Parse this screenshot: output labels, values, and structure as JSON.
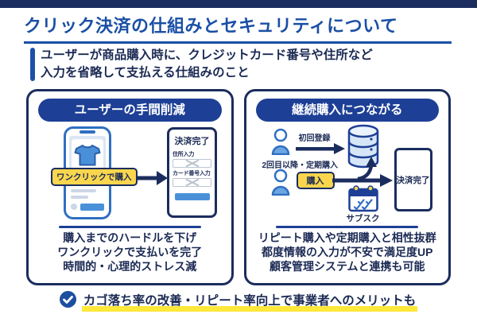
{
  "page": {
    "title": "クリック決済の仕組みとセキュリティについて",
    "subtitle_line1": "ユーザーが商品購入時に、クレジットカード番号や住所など",
    "subtitle_line2": "入力を省略して支払える仕組みのこと"
  },
  "left_panel": {
    "header": "ユーザーの手間削減",
    "badge": "ワンクリックで購入",
    "checkout": {
      "title": "決済完了",
      "address_label": "住所入力",
      "card_label": "カード番号入力"
    },
    "summary": [
      "購入までのハードルを下げ",
      "ワンクリックで支払いを完了",
      "時間的・心理的ストレス減"
    ]
  },
  "right_panel": {
    "header": "継続購入につながる",
    "first_label": "初回登録",
    "repeat_label": "2回目以降・定期購入",
    "buy_button": "購入",
    "subscription_label": "サブスク",
    "done_label": "決済完了",
    "summary": [
      "リピート購入や定期購入と相性抜群",
      "都度情報の入力が不安で満足度UP",
      "顧客管理システムと連携も可能"
    ]
  },
  "footer": {
    "text": "カゴ落ち率の改善・リピート率向上で事業者へのメリットも"
  },
  "colors": {
    "navy": "#1b2d5e",
    "title_blue": "#1a4fa5",
    "pill_blue": "#1d3f96",
    "accent_yellow": "#f9d64e",
    "highlight_yellow": "#ffe83a",
    "illustration_blue": "#4a90d9"
  }
}
